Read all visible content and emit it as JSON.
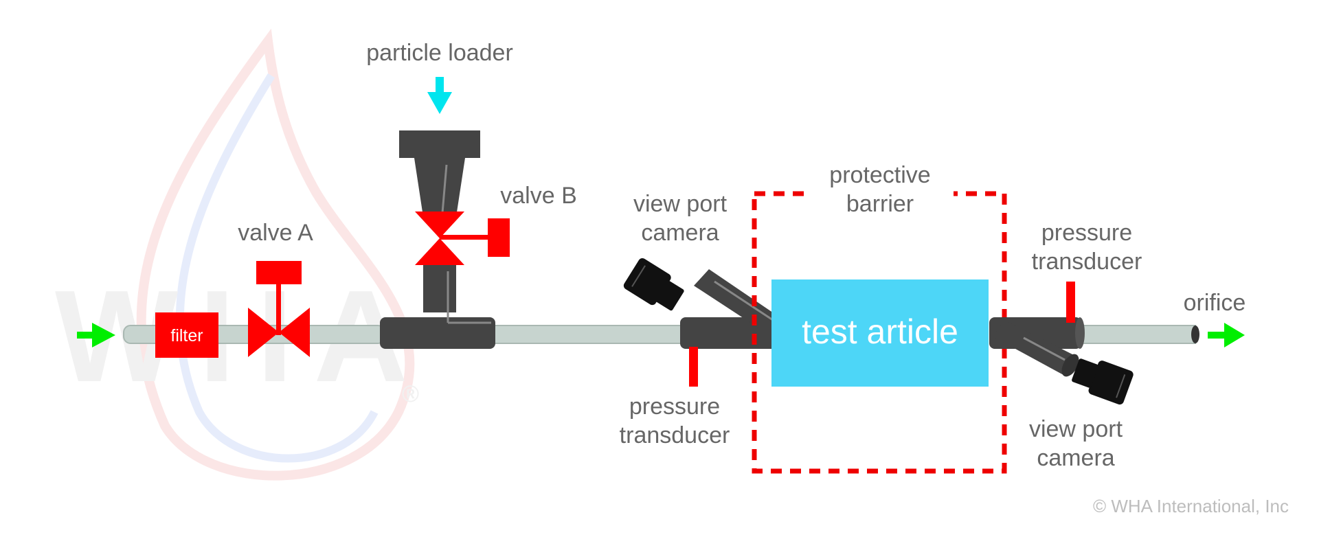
{
  "labels": {
    "filter": "filter",
    "valve_a": "valve A",
    "particle_loader": "particle loader",
    "valve_b": "valve B",
    "view_port_camera_left": [
      "view port",
      "camera"
    ],
    "pressure_transducer_left": [
      "pressure",
      "transducer"
    ],
    "protective_barrier": [
      "protective",
      "barrier"
    ],
    "test_article": "test article",
    "pressure_transducer_right": [
      "pressure",
      "transducer"
    ],
    "view_port_camera_right": [
      "view port",
      "camera"
    ],
    "orifice": "orifice"
  },
  "watermark": {
    "logo_text": "WHA",
    "registered_mark": "®"
  },
  "copyright": "© WHA International, Inc",
  "colors": {
    "pipe": "#c7d4cf",
    "fitting": "#444444",
    "component_red": "#ff0000",
    "test_article": "#4dd6f7",
    "flow_arrow": "#00ee00",
    "loader_arrow": "#00e5ee",
    "label_text": "#666666",
    "camera": "#111111"
  },
  "icons": [
    "flow-in-arrow",
    "flow-out-arrow",
    "loader-arrow",
    "camera-icon"
  ]
}
